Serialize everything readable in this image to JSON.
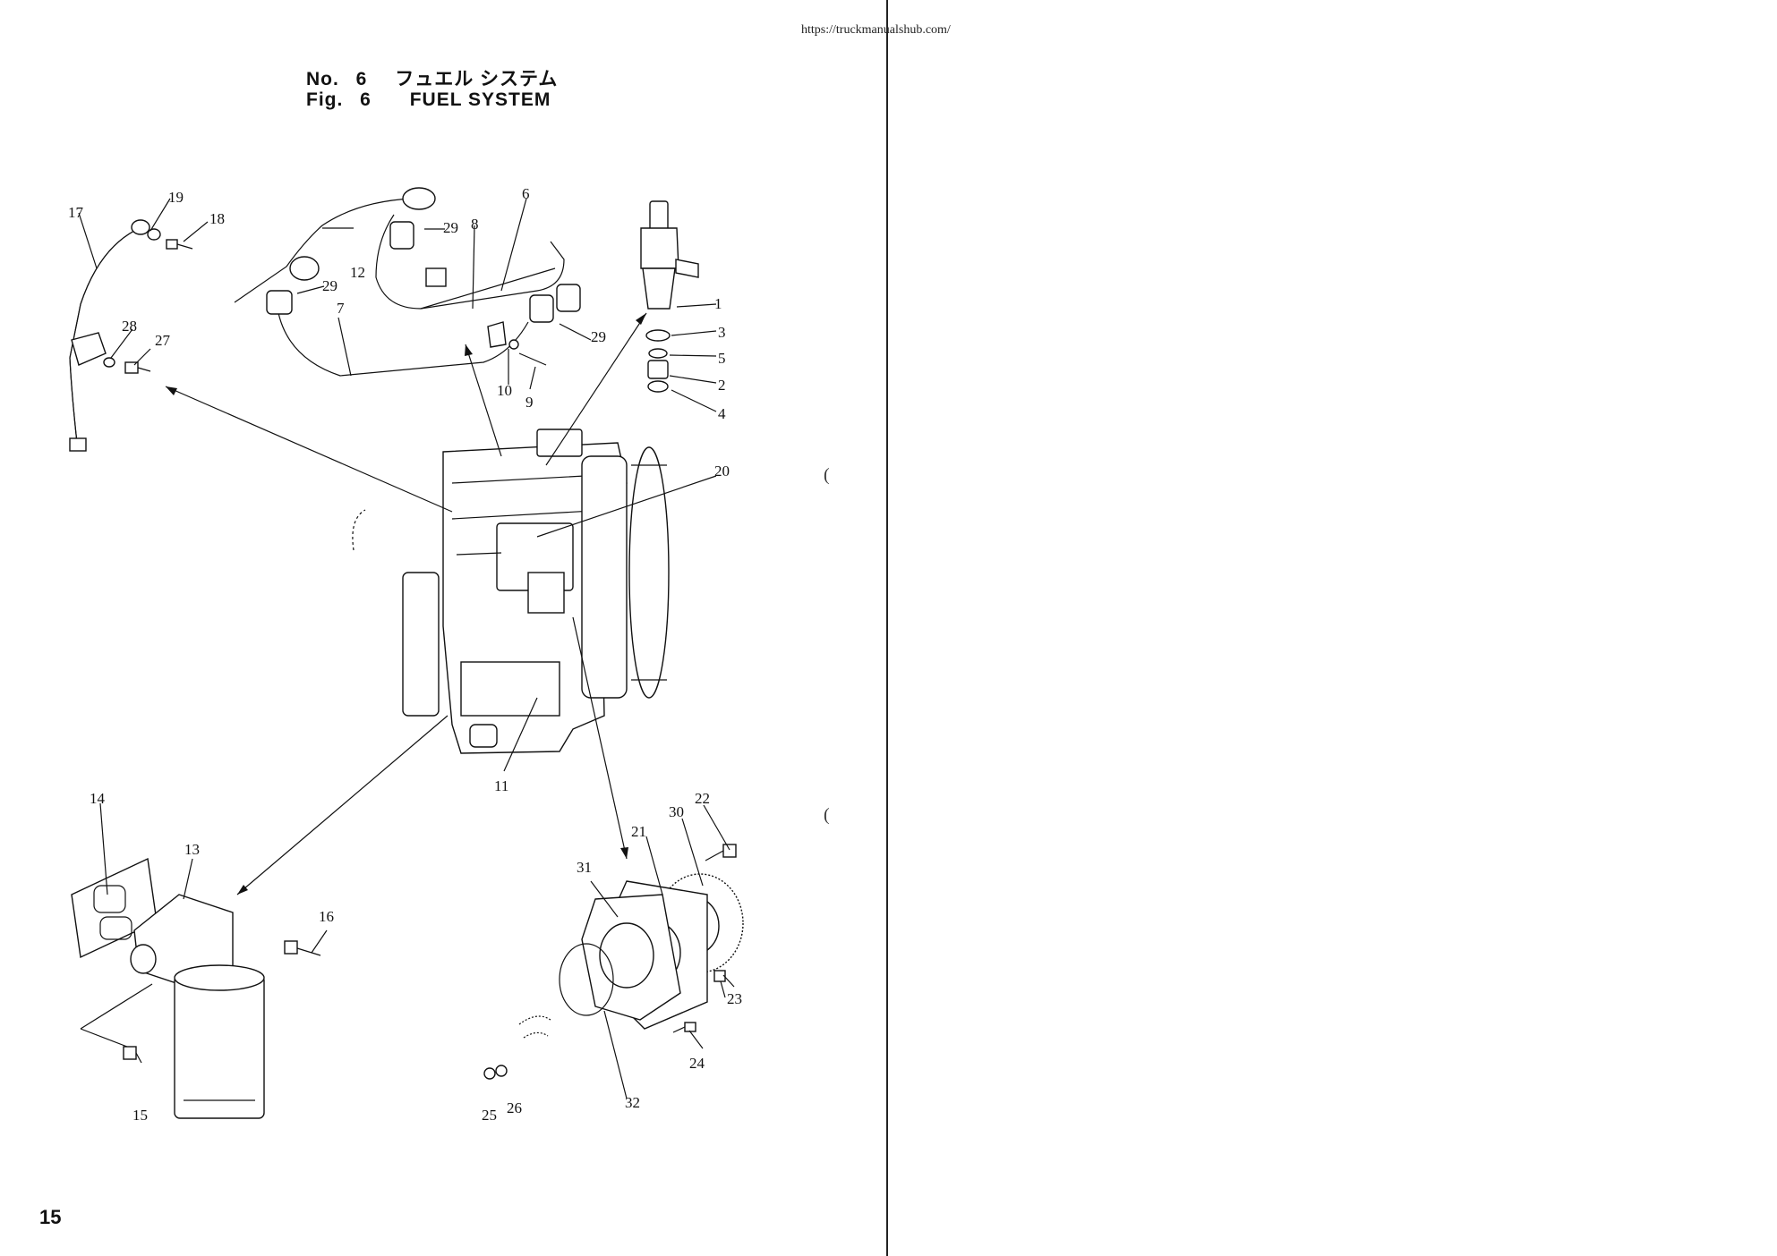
{
  "header": {
    "url": "https://truckmanualshub.com/",
    "title_jp_prefix": "No.",
    "title_jp_number": "6",
    "title_jp_text": "フュエル システム",
    "title_en_prefix": "Fig.",
    "title_en_number": "6",
    "title_en_text": "FUEL SYSTEM"
  },
  "page_number": "15",
  "margin_marks": [
    "(",
    "("
  ],
  "callouts": [
    "1",
    "2",
    "3",
    "4",
    "5",
    "6",
    "7",
    "8",
    "9",
    "10",
    "11",
    "12",
    "13",
    "14",
    "15",
    "16",
    "17",
    "18",
    "19",
    "20",
    "21",
    "22",
    "23",
    "24",
    "25",
    "26",
    "27",
    "28",
    "29",
    "29",
    "29",
    "30",
    "31",
    "32"
  ]
}
